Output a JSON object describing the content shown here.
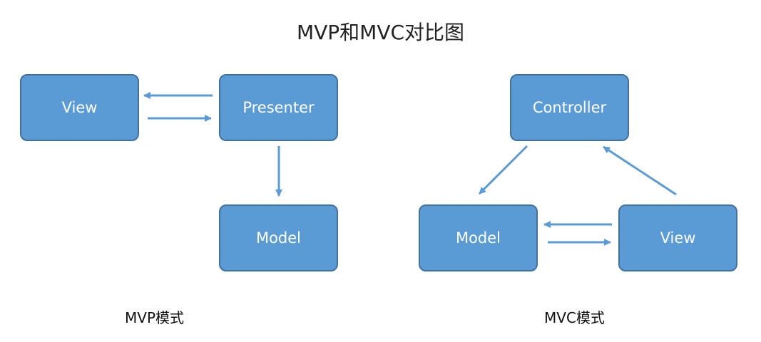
{
  "title": "MVP和MVC对比图",
  "mvp": {
    "nodes": {
      "view": "View",
      "presenter": "Presenter",
      "model": "Model"
    },
    "caption": "MVP模式"
  },
  "mvc": {
    "nodes": {
      "controller": "Controller",
      "model": "Model",
      "view": "View"
    },
    "caption": "MVC模式"
  },
  "colors": {
    "box_fill": "#5b9bd5",
    "box_border": "#41719c",
    "arrow": "#5b9bd5",
    "box_text": "#ffffff"
  }
}
